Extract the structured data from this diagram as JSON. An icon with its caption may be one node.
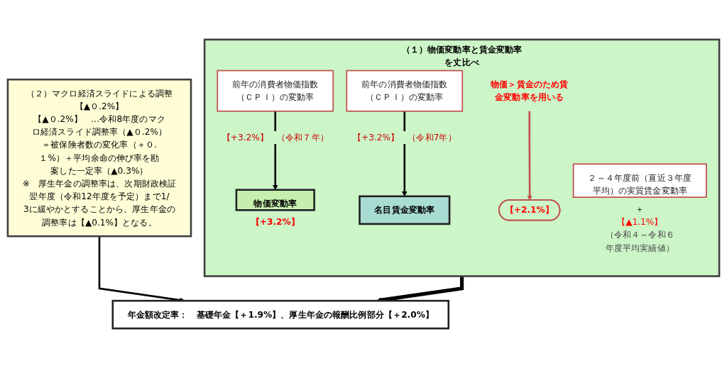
{
  "diagram": {
    "nodes": [
      {
        "text": [
          "（１）物価変動率と賃金変動率を丈比べ"
        ]
      },
      {
        "text": [
          "前年の消費者物価指数（ＣＰＩ）の変動率"
        ],
        "in": 0
      },
      {
        "text": [
          "物価変動率"
        ],
        "in": 0,
        "beside": [
          "【+3.2%】"
        ]
      },
      {
        "text": [
          "２～４年度前（直近３年度平均）の実質賃金変動率"
        ],
        "in": 0,
        "beside": [
          "＋",
          "【▲1.1%】",
          "（令和４～令和６年度平均実績値）"
        ]
      },
      {
        "text": [
          "前年の消費者物価指数（ＣＰＩ）の変動率"
        ],
        "in": 0
      },
      {
        "text": [
          "名目賃金変動率"
        ],
        "in": 0
      },
      {
        "text": [
          "物価＞賃金のため賃金変動率を用いる"
        ],
        "in": 0
      },
      {
        "text": [
          "【+2.1%】"
        ],
        "in": 0
      },
      {
        "text": [
          "（２）マクロ経済スライドによる調整",
          "【▲０.2%】",
          "【▲０.2%】　…令和8年度のマクロ経済スライド調整率（▲０.2%）",
          "＝被保険者数の変化率（＋０.１%）＋平均余命の伸び率を勘案した一定率（▲0.3%）",
          "※　厚生年金の調整率は、次期財政検証翌年度（令和12年度を予定）まで1/3に緩やかとすることから、厚生年金の調整率は【▲0.1%】となる。"
        ]
      },
      {
        "text": [
          "年金額改定率：　基礎年金【＋1.9%】、厚生年金の報酬比例部分【＋2.0%】"
        ]
      }
    ],
    "edges": [
      {
        "from": 1,
        "to": 2,
        "arrow": "to",
        "label": "【+3.2%】　（令和７年）"
      },
      {
        "from": 4,
        "to": 5,
        "arrow": "to",
        "label": "【+3.2%】　（令和7年）"
      },
      {
        "from": 6,
        "to": 7,
        "arrow": "to",
        "color": "#c0504d"
      },
      {
        "from": 0,
        "to": 9,
        "arrow": "to",
        "style": "thick"
      },
      {
        "from": 8,
        "to": 9,
        "arrow": "to"
      }
    ]
  }
}
